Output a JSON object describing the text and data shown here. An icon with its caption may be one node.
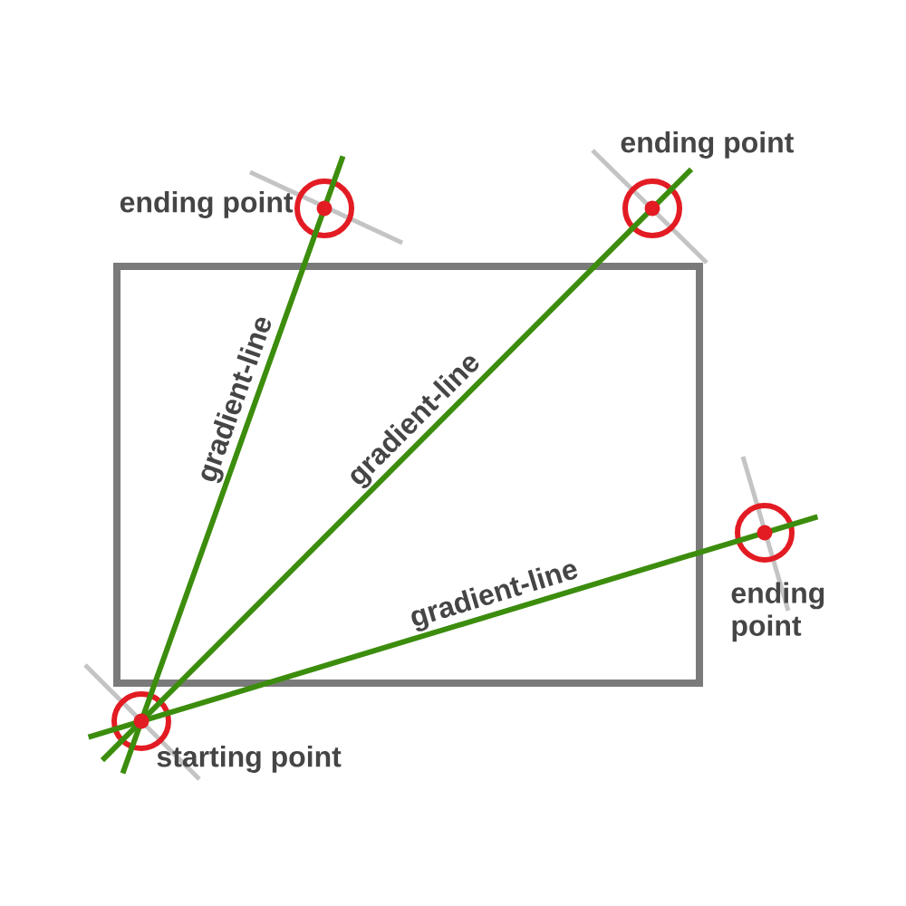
{
  "diagram": {
    "nodes": [
      {
        "text": [],
        "shape": "circle",
        "beside": [
          "ending point"
        ]
      },
      {
        "text": [],
        "shape": "circle",
        "beside": [
          "ending point"
        ]
      },
      {
        "text": [],
        "shape": "circle",
        "beside": [
          "ending point"
        ]
      },
      {
        "text": [],
        "shape": "circle",
        "beside": [
          "starting point"
        ]
      }
    ],
    "edges": [
      {
        "from": 3,
        "to": 0,
        "arrow": "none",
        "label": "gradient-line"
      },
      {
        "from": 3,
        "to": 1,
        "arrow": "none",
        "label": "gradient-line"
      },
      {
        "from": 3,
        "to": 2,
        "arrow": "none",
        "label": "gradient-line"
      }
    ]
  }
}
